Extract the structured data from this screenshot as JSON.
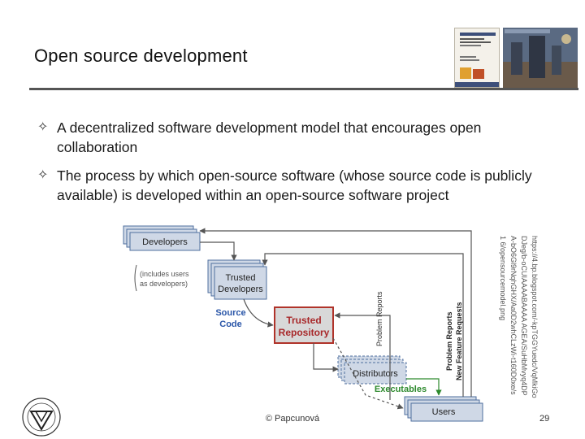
{
  "slide": {
    "title": "Open source development",
    "bullets": [
      {
        "marker": "✧",
        "text": "A decentralized software development model that encourages open collaboration"
      },
      {
        "marker": "✧",
        "text": "The process by which open-source software (whose source code is publicly available) is developed within an open-source software project"
      }
    ],
    "footer": "© Papcunová",
    "page_number": "29"
  },
  "diagram": {
    "nodes": {
      "developers": "Developers",
      "trusted_developers_line1": "Trusted",
      "trusted_developers_line2": "Developers",
      "trusted_repository_line1": "Trusted",
      "trusted_repository_line2": "Repository",
      "distributors": "Distributors",
      "users": "Users"
    },
    "labels": {
      "includes_line1": "(includes users",
      "includes_line2": "as developers)",
      "source_code_line1": "Source",
      "source_code_line2": "Code",
      "executables": "Executables",
      "problem_reports": "Problem Reports",
      "problem_reports_2": "Problem Reports",
      "new_feature_requests": "New Feature Requests"
    },
    "colors": {
      "node_fill": "#cfd8e6",
      "node_border": "#4f6f9f",
      "repository_fill": "#d8d8d8",
      "repository_border": "#b0332a",
      "repository_text": "#a8282a",
      "source_code_text": "#2a56a8",
      "executables_text": "#2e8a2e",
      "arrow": "#555555"
    }
  },
  "image_caption_url": "https://4.bp.blogspot.com/-kpTGGYuedc/VqMkiGoDJeg/b-oCUIAAAABAAAA AGEA/SuHbMvyq4DP A-bO6Gl9rNqhGHX/Aa0D2whCLzWi-t160D0xe/s1 6/opensourcemodel.png"
}
